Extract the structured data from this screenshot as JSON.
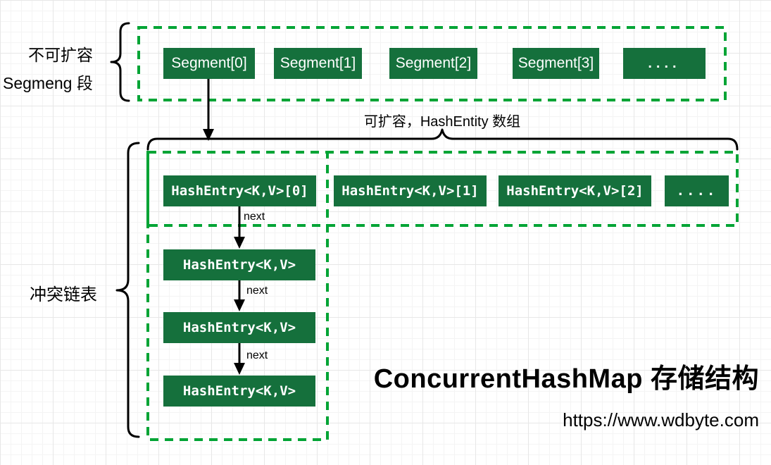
{
  "page": {
    "title": "ConcurrentHashMap 存储结构",
    "url": "https://www.wdbyte.com"
  },
  "colors": {
    "box_fill_green": "#15703c",
    "dashed_border_green": "#00a435",
    "stroke_black": "#000000",
    "box_text": "#ffffff",
    "grid_minor": "#f4f4f4",
    "grid_major": "#e7e7e7"
  },
  "segments": {
    "label_line1": "不可扩容",
    "label_line2": "Segmeng 段",
    "items": [
      "Segment[0]",
      "Segment[1]",
      "Segment[2]",
      "Segment[3]"
    ],
    "ellipsis": "...."
  },
  "hash_row": {
    "label": "可扩容，HashEntity 数组",
    "items": [
      "HashEntry<K,V>[0]",
      "HashEntry<K,V>[1]",
      "HashEntry<K,V>[2]"
    ],
    "ellipsis": "...."
  },
  "chain": {
    "label": "冲突链表",
    "items": [
      "HashEntry<K,V>",
      "HashEntry<K,V>",
      "HashEntry<K,V>"
    ],
    "edge_label": "next"
  }
}
